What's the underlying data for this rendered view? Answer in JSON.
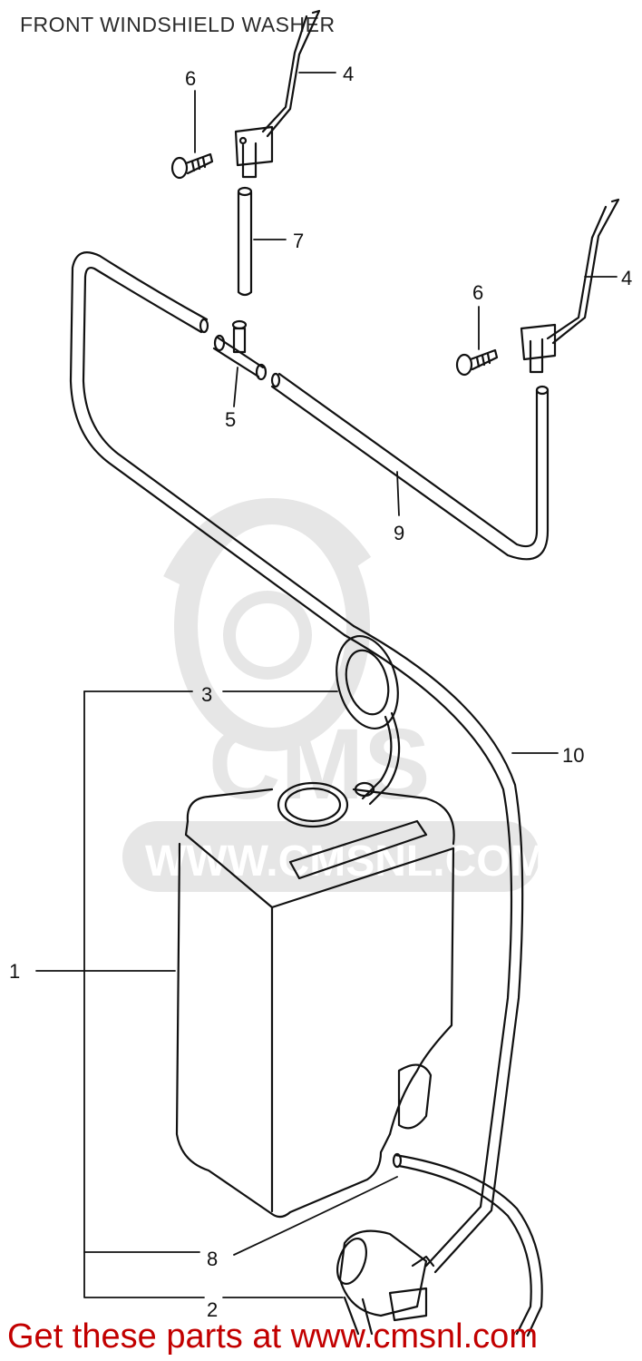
{
  "title": "FRONT WINDSHIELD WASHER",
  "footer_text": "Get these parts at www.cmsnl.com",
  "watermark": {
    "text_large": "CMS",
    "text_url": "WWW.CMSNL.COM"
  },
  "callouts": {
    "part1": "1",
    "part2": "2",
    "part3": "3",
    "part4a": "4",
    "part4b": "4",
    "part5": "5",
    "part6a": "6",
    "part6b": "6",
    "part7": "7",
    "part8": "8",
    "part9": "9",
    "part10": "10"
  },
  "colors": {
    "line": "#111111",
    "footer": "#c20000",
    "watermark": "#e6e6e6"
  }
}
